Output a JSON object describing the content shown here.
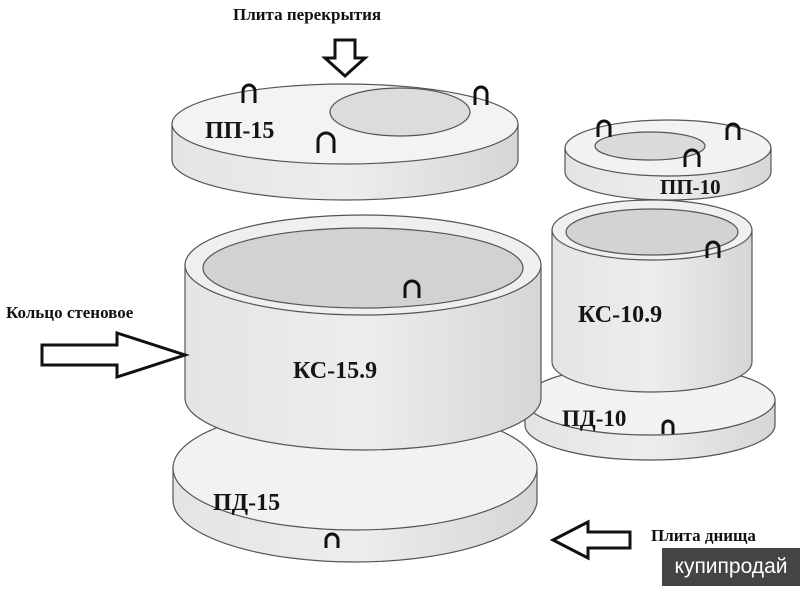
{
  "callouts": {
    "top_slab": "Плита перекрытия",
    "wall_ring": "Кольцо стеновое",
    "bottom_slab": "Плита днища"
  },
  "parts": {
    "pp15": "ПП-15",
    "ks159": "КС-15.9",
    "pd15": "ПД-15",
    "pp10": "ПП-10",
    "ks109": "КС-10.9",
    "pd10": "ПД-10"
  },
  "watermark": "купипродай",
  "colors": {
    "concrete_top": "#f1f1f1",
    "concrete_side": "#e2e2e2",
    "inner": "#d4d4d4",
    "outline": "#555555"
  }
}
